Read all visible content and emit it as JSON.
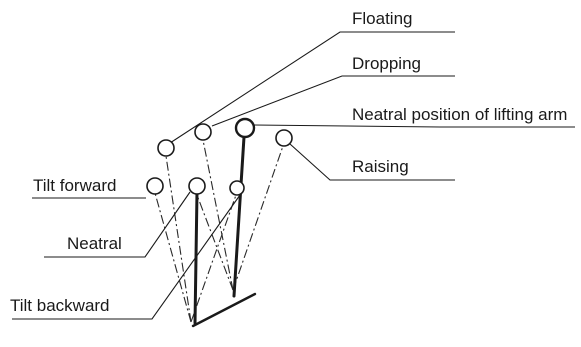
{
  "labels": {
    "floating": "Floating",
    "dropping": "Dropping",
    "neatral_position": "Neatral position of lifting arm",
    "raising": "Raising",
    "tilt_forward": "Tilt forward",
    "neatral": "Neatral",
    "tilt_backward": "Tilt backward"
  }
}
